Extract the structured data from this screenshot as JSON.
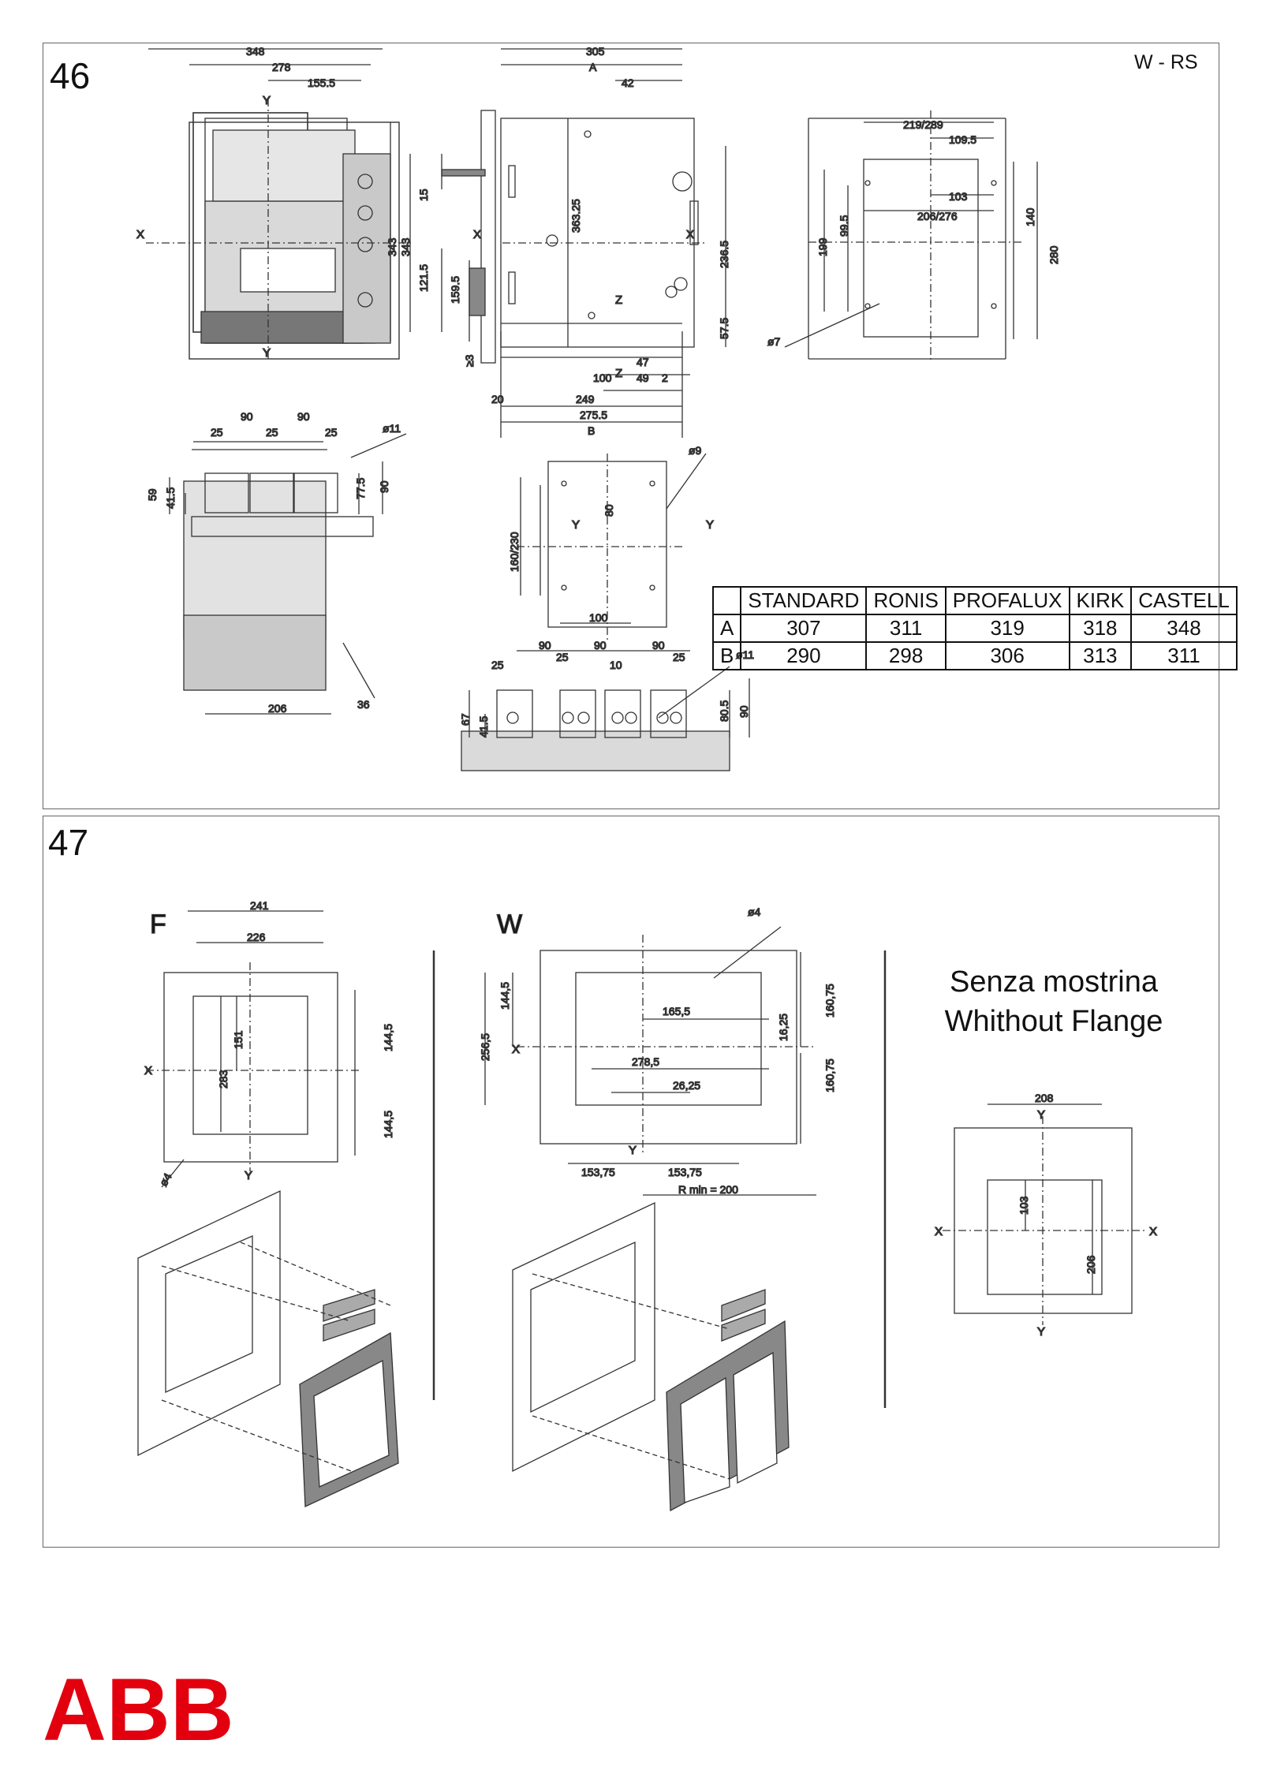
{
  "panel46": {
    "number": "46",
    "code": "W - RS",
    "table": {
      "headers": [
        "",
        "STANDARD",
        "RONIS",
        "PROFALUX",
        "KIRK",
        "CASTELL"
      ],
      "rows": [
        [
          "A",
          "307",
          "311",
          "319",
          "318",
          "348"
        ],
        [
          "B",
          "290",
          "298",
          "306",
          "313",
          "311"
        ]
      ]
    },
    "dims": {
      "d348": "348",
      "d278": "278",
      "d155": "155.5",
      "d305": "305",
      "dA": "A",
      "d42": "42",
      "d219": "219/289",
      "d109": "109.5",
      "d103": "103",
      "d206": "206/276",
      "d140": "140",
      "d280": "280",
      "d199": "199",
      "d99": "99.5",
      "d7": "ø7",
      "d343": "343",
      "d343b": "343",
      "d15": "15",
      "d1215": "121.5",
      "d1595": "159.5",
      "d36325": "363.25",
      "d2365": "236.5",
      "d575": "57.5",
      "d23": "≥3",
      "d100": "100",
      "d47": "47",
      "d49": "49",
      "d2": "2",
      "d20": "20",
      "d249": "249",
      "d2755": "275.5",
      "dB": "B",
      "d90a": "90",
      "d90b": "90",
      "d25a": "25",
      "d25b": "25",
      "d25c": "25",
      "d11a": "ø11",
      "d59": "59",
      "d415": "41.5",
      "d775": "77.5",
      "d90c": "90",
      "d9": "ø9",
      "d80": "80",
      "d160": "160/230",
      "d100b": "100",
      "d206b": "206",
      "d36": "36",
      "e90a": "90",
      "e90b": "90",
      "e90c": "90",
      "e25a": "25",
      "e25b": "25",
      "e10": "10",
      "e25c": "25",
      "e11": "ø11",
      "e67": "67",
      "e415": "41.5",
      "e805": "80.5",
      "e90d": "90"
    },
    "axes": {
      "x": "X",
      "y": "Y",
      "z": "Z",
      "eq": "="
    }
  },
  "panel47": {
    "number": "47",
    "f": {
      "label": "F",
      "d241": "241",
      "d226": "226",
      "d151": "151",
      "d283": "283",
      "d1445a": "144,5",
      "d1445b": "144,5",
      "d4": "ø4"
    },
    "w": {
      "label": "W",
      "d4": "ø4",
      "d2565": "256,5",
      "d1445": "144,5",
      "d1655": "165,5",
      "d1625": "16,25",
      "d16075a": "160,75",
      "d16075b": "160,75",
      "d2785": "278,5",
      "d2625": "26,25",
      "d15375a": "153,75",
      "d15375b": "153,75",
      "rmin": "R min = 200"
    },
    "nf": {
      "line1": "Senza mostrina",
      "line2": "Whithout Flange",
      "d208": "208",
      "d103": "103",
      "d206": "206"
    }
  },
  "logo": {
    "text": "ABB",
    "color": "#e2000f"
  }
}
